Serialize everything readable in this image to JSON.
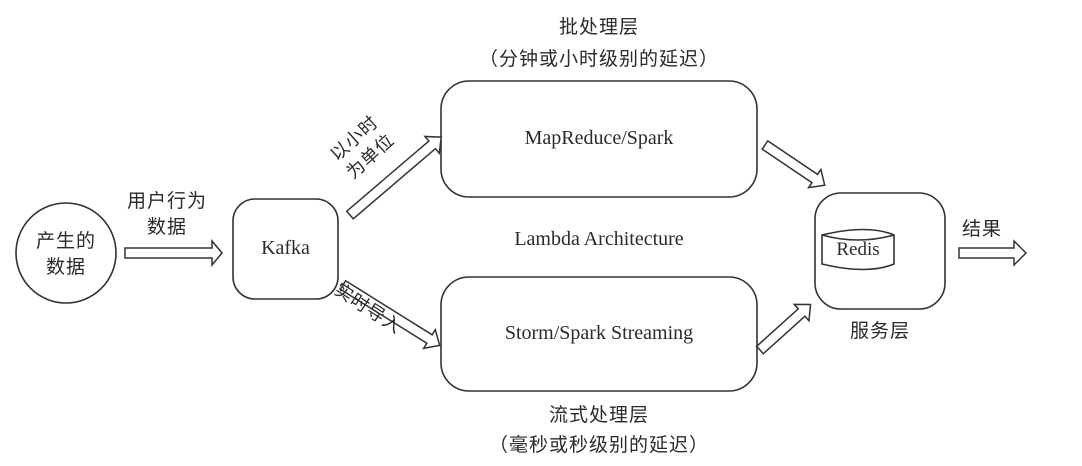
{
  "diagram": {
    "title": "Lambda Architecture",
    "source_node": {
      "line1": "产生的",
      "line2": "数据"
    },
    "source_edge_label": {
      "line1": "用户行为",
      "line2": "数据"
    },
    "kafka_node": {
      "label": "Kafka"
    },
    "batch_edge_label": {
      "line1": "以小时",
      "line2": "为单位"
    },
    "stream_edge_label": {
      "line1": "实时导入"
    },
    "batch_layer": {
      "title": "批处理层",
      "subtitle": "（分钟或小时级别的延迟）",
      "label": "MapReduce/Spark"
    },
    "stream_layer": {
      "title": "流式处理层",
      "subtitle": "（毫秒或秒级别的延迟）",
      "label": "Storm/Spark Streaming"
    },
    "serving_layer": {
      "title": "服务层",
      "store_label": "Redis"
    },
    "result_edge_label": "结果"
  }
}
